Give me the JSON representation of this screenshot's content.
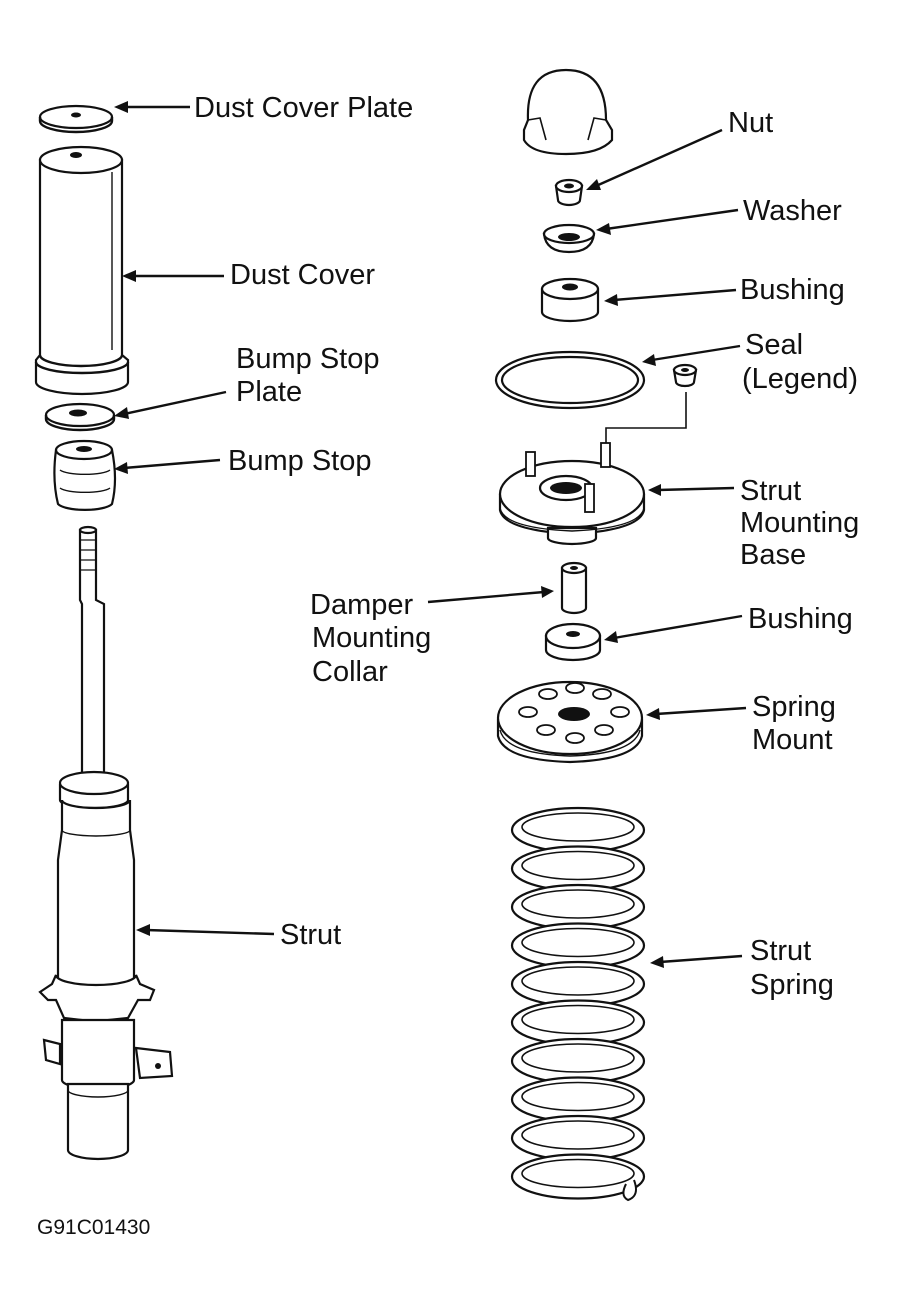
{
  "labels": {
    "dust_cover_plate": "Dust Cover Plate",
    "dust_cover": "Dust Cover",
    "bump_stop_plate_1": "Bump Stop",
    "bump_stop_plate_2": "Plate",
    "bump_stop": "Bump Stop",
    "strut": "Strut",
    "nut": "Nut",
    "washer": "Washer",
    "bushing_top": "Bushing",
    "seal_1": "Seal",
    "seal_2": "(Legend)",
    "strut_mounting_base_1": "Strut",
    "strut_mounting_base_2": "Mounting",
    "strut_mounting_base_3": "Base",
    "damper_mounting_collar_1": "Damper",
    "damper_mounting_collar_2": "Mounting",
    "damper_mounting_collar_3": "Collar",
    "bushing_lower": "Bushing",
    "spring_mount_1": "Spring",
    "spring_mount_2": "Mount",
    "strut_spring_1": "Strut",
    "strut_spring_2": "Spring"
  },
  "figure_code": "G91C01430",
  "colors": {
    "line": "#111111",
    "background": "#ffffff"
  }
}
